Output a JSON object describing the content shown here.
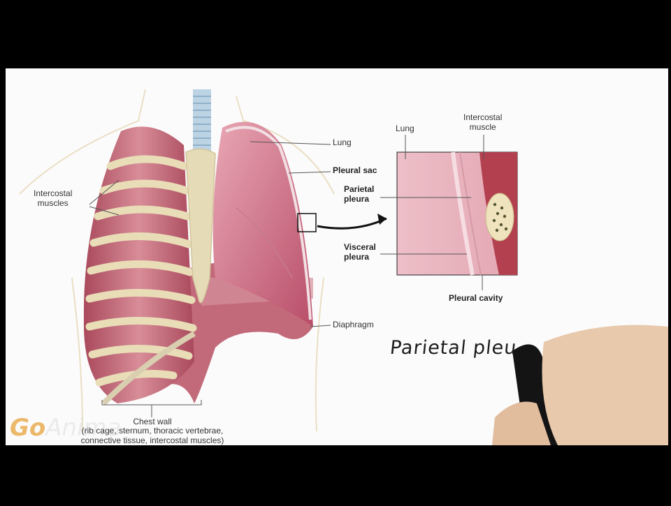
{
  "labels": {
    "lung_main": "Lung",
    "pleural_sac": "Pleural sac",
    "intercostal_muscles": "Intercostal\nmuscles",
    "diaphragm": "Diaphragm",
    "inset_lung": "Lung",
    "inset_intercostal": "Intercostal\nmuscle",
    "parietal_pleura": "Parietal\npleura",
    "visceral_pleura": "Visceral\npleura",
    "pleural_cavity": "Pleural cavity",
    "chest_wall_title": "Chest wall",
    "chest_wall_desc_1": "(rib cage, sternum, thoracic vertebrae,",
    "chest_wall_desc_2": "connective tissue, intercostal muscles)"
  },
  "handwriting": "Parietal pleu",
  "watermark": {
    "brand": "GoAnima",
    "brand_start": "Go",
    "brand_rest": "Anima"
  },
  "colors": {
    "lung": "#c9607a",
    "lung_light": "#e8a7b4",
    "rib": "#e9ddb8",
    "muscle": "#b85a6a",
    "brand": "#e7a23a"
  }
}
